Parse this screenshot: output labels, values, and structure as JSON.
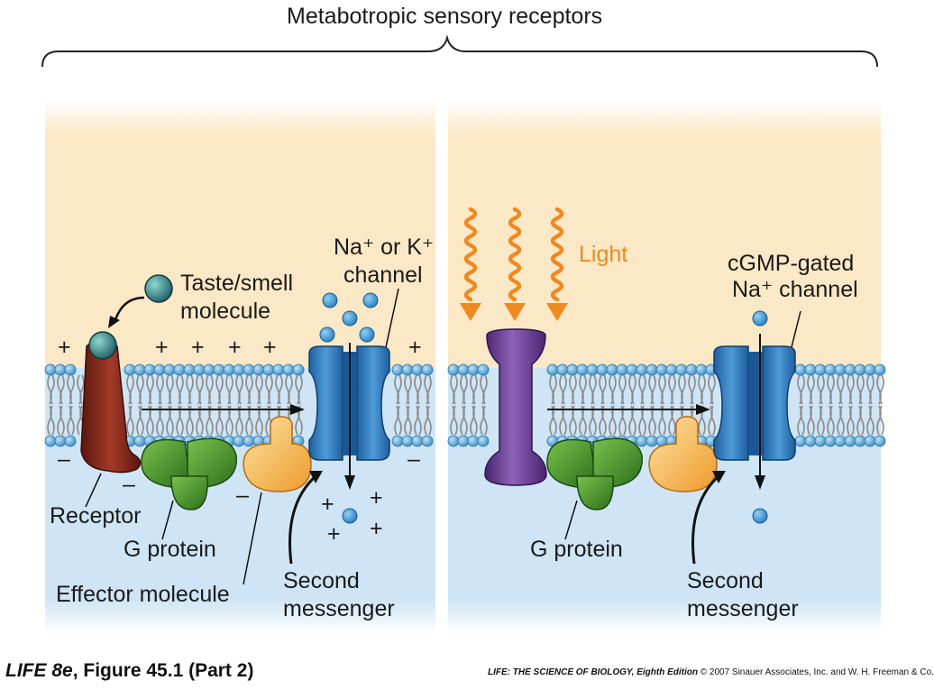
{
  "title": "Metabotropic sensory receptors",
  "left_panel": {
    "molecule_label_1": "Taste/smell",
    "molecule_label_2": "molecule",
    "channel_label_1": "Na⁺ or K⁺",
    "channel_label_2": "channel",
    "receptor_label": "Receptor",
    "g_protein_label": "G protein",
    "effector_label": "Effector molecule",
    "second_messenger_1": "Second",
    "second_messenger_2": "messenger"
  },
  "right_panel": {
    "light_label": "Light",
    "channel_label_1": "cGMP-gated",
    "channel_label_2": "Na⁺ channel",
    "g_protein_label": "G protein",
    "second_messenger_1": "Second",
    "second_messenger_2": "messenger"
  },
  "charges": {
    "plus": "+",
    "minus": "–"
  },
  "footer": {
    "left_italic": "LIFE 8e",
    "left_rest": ", Figure 45.1 (Part 2)",
    "right_italic": "LIFE: THE SCIENCE OF BIOLOGY, Eighth Edition",
    "right_rest": "  © 2007 Sinauer Associates, Inc. and W. H. Freeman & Co."
  },
  "colors": {
    "extracellular": "#fbe8c6",
    "intracellular": "#cfe5f5",
    "membrane_head": "#5aa6d6",
    "receptor_left": "#8a2a1e",
    "receptor_right": "#6a3d91",
    "channel": "#2f7fc4",
    "g_protein": "#3f8f2a",
    "effector": "#f3b84c",
    "light": "#ee8a1f",
    "ion": "#3b95cf"
  }
}
